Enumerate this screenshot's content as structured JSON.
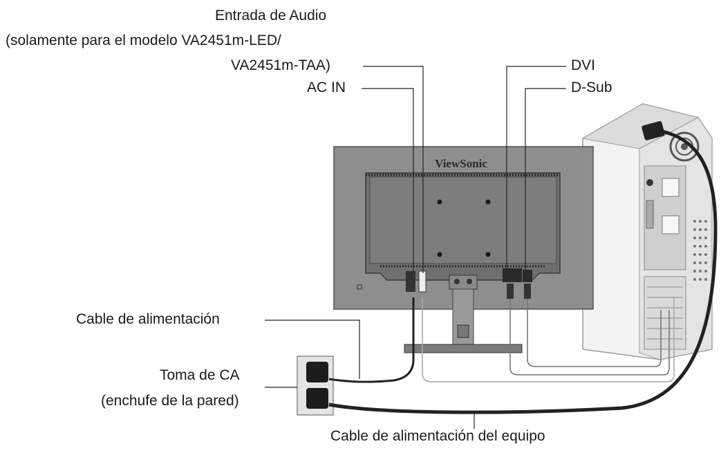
{
  "labels": {
    "audio_in_line1": "Entrada de Audio",
    "audio_in_line2": "(solamente para el modelo VA2451m-LED/",
    "audio_in_line3": "VA2451m-TAA)",
    "ac_in": "AC IN",
    "dvi": "DVI",
    "dsub": "D-Sub",
    "power_cable": "Cable de alimentación",
    "ac_outlet_line1": "Toma de CA",
    "ac_outlet_line2": "(enchufe de la pared)",
    "computer_power_cable": "Cable de alimentación del equipo"
  },
  "monitor": {
    "brand": "ViewSonic"
  },
  "colors": {
    "monitor_panel": "#8f8f8f",
    "monitor_inner": "#7a7a7a",
    "pc_case": "#e9e9e9",
    "cable": "#222222",
    "cable_light": "#cfcfcf"
  }
}
